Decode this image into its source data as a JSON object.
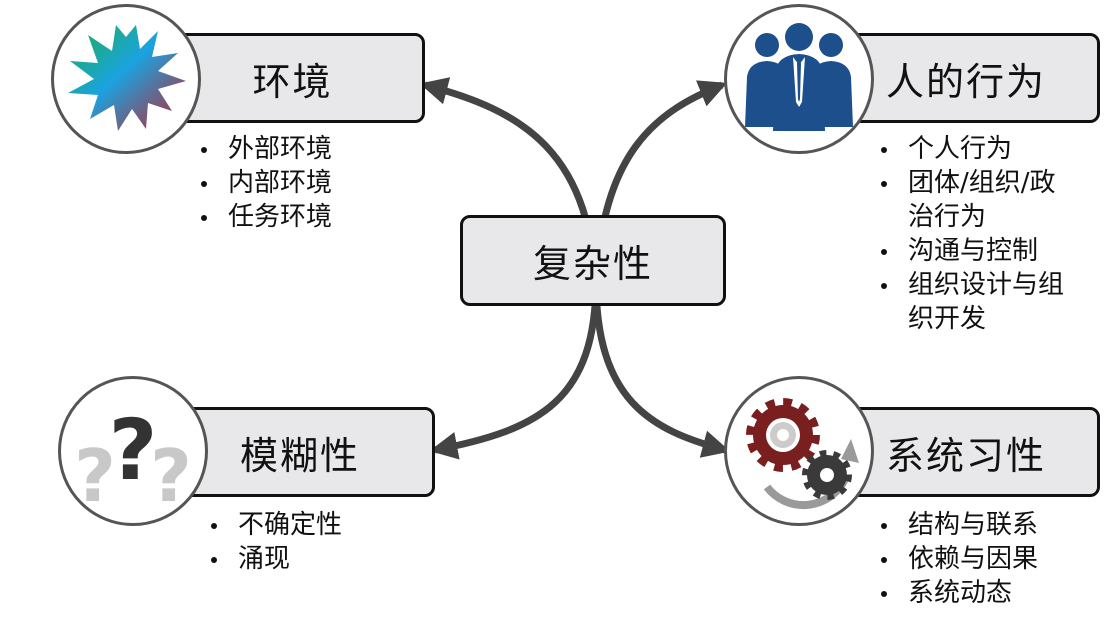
{
  "center": {
    "label": "复杂性"
  },
  "nodes": [
    {
      "title": "环境",
      "items": [
        "外部环境",
        "内部环境",
        "任务环境"
      ]
    },
    {
      "title": "人的行为",
      "items": [
        "个人行为",
        "团体/组织/政治行为",
        "沟通与控制",
        "组织设计与组织开发"
      ]
    },
    {
      "title": "模糊性",
      "items": [
        "不确定性",
        "涌现"
      ]
    },
    {
      "title": "系统习性",
      "items": [
        "结构与联系",
        "依赖与因果",
        "系统动态"
      ]
    }
  ],
  "icons": [
    "starburst-icon",
    "business-people-icon",
    "question-marks-icon",
    "gears-icon"
  ],
  "colors": {
    "box_fill": "#e8e8ea",
    "border": "#111111",
    "arrow": "#444444",
    "people_blue": "#1c4f8c",
    "gear_red": "#7a1f1f",
    "gear_dark": "#3a3a3a"
  }
}
